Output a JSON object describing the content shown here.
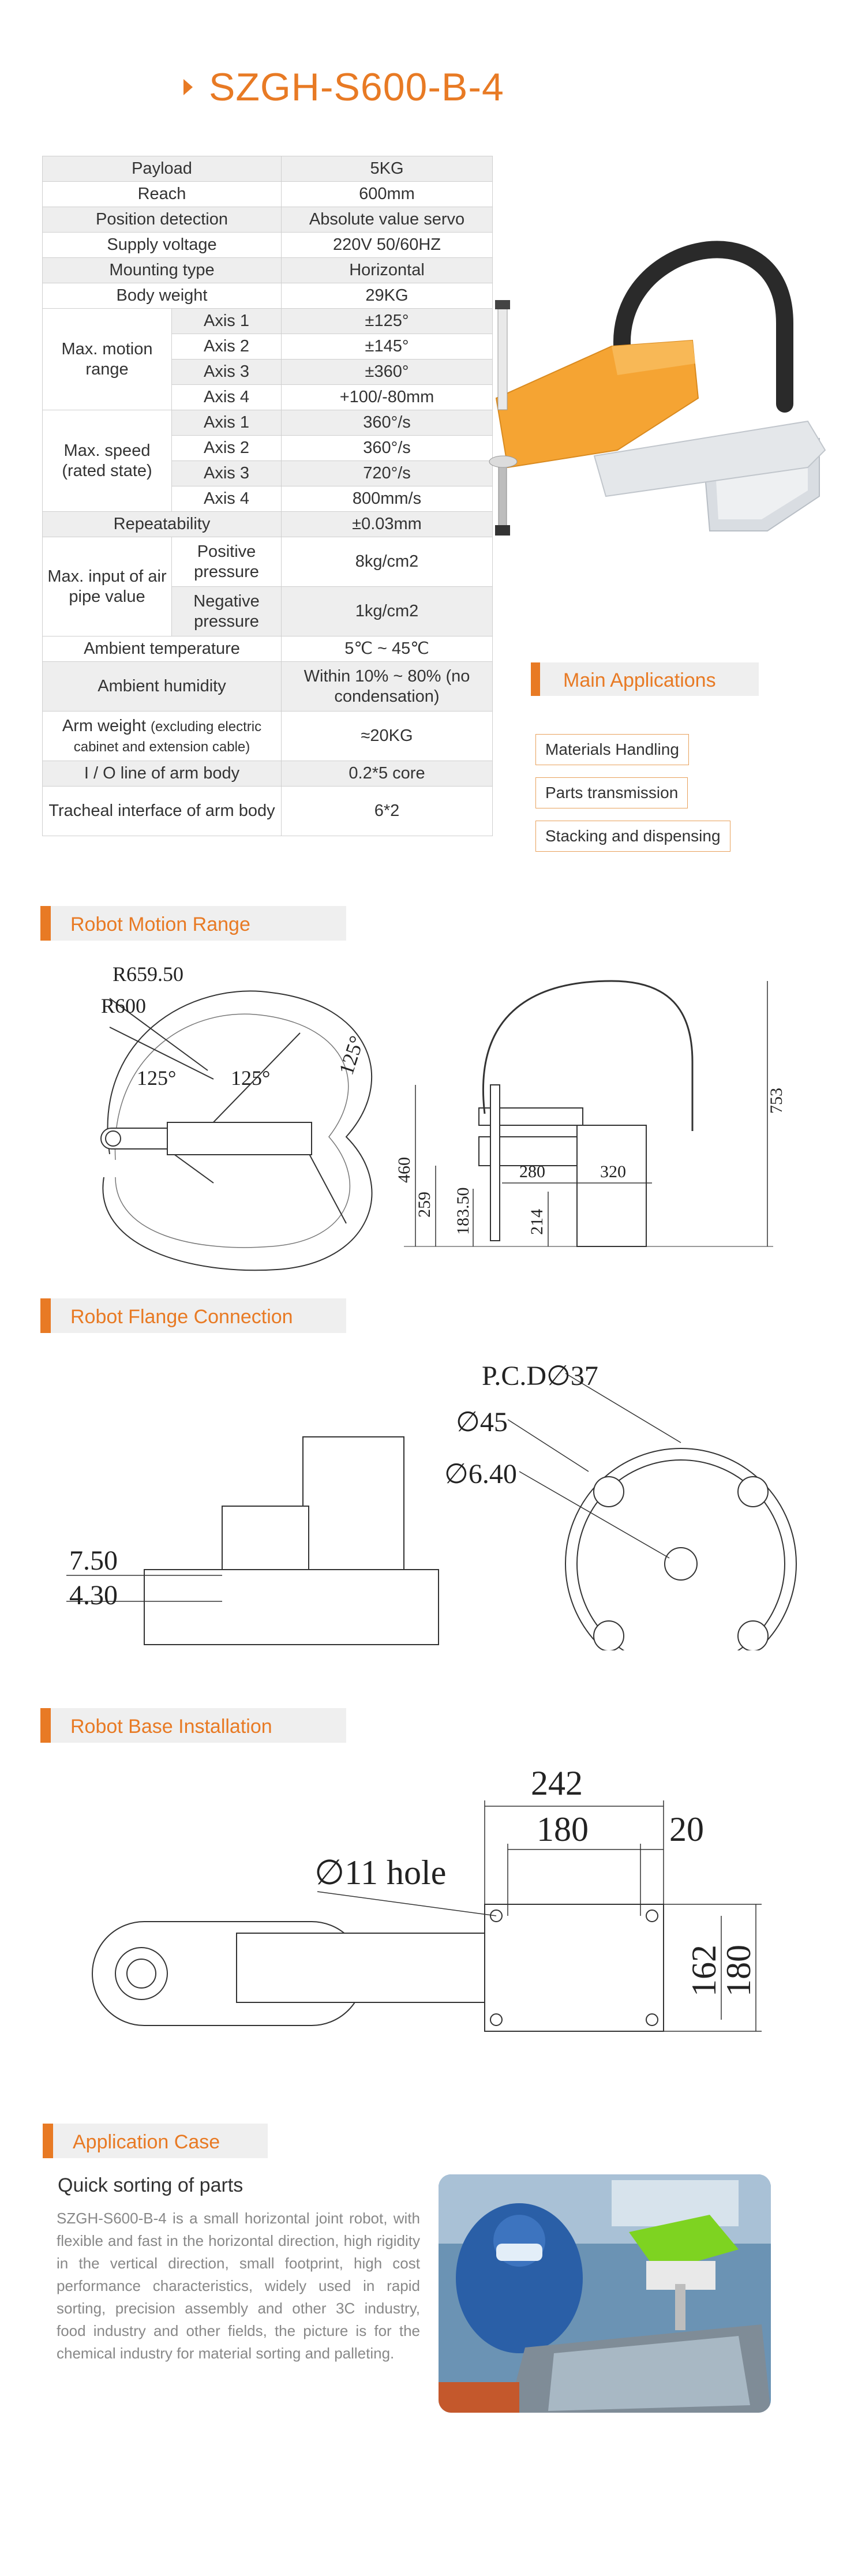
{
  "product": {
    "title": "SZGH-S600-B-4"
  },
  "specs": {
    "payload_label": "Payload",
    "payload": "5KG",
    "reach_label": "Reach",
    "reach": "600mm",
    "position_label": "Position detection",
    "position": "Absolute value servo",
    "voltage_label": "Supply voltage",
    "voltage": "220V 50/60HZ",
    "mounting_label": "Mounting type",
    "mounting": "Horizontal",
    "weight_label": "Body weight",
    "weight": "29KG",
    "motion_label": "Max. motion range",
    "motion": [
      {
        "axis": "Axis 1",
        "value": "±125°"
      },
      {
        "axis": "Axis 2",
        "value": "±145°"
      },
      {
        "axis": "Axis 3",
        "value": "±360°"
      },
      {
        "axis": "Axis 4",
        "value": "+100/-80mm"
      }
    ],
    "speed_label": "Max. speed (rated state)",
    "speed": [
      {
        "axis": "Axis 1",
        "value": "360°/s"
      },
      {
        "axis": "Axis 2",
        "value": "360°/s"
      },
      {
        "axis": "Axis 3",
        "value": "720°/s"
      },
      {
        "axis": "Axis 4",
        "value": "800mm/s"
      }
    ],
    "repeat_label": "Repeatability",
    "repeat": "±0.03mm",
    "air_label": "Max. input of air pipe value",
    "air_pos_label": "Positive pressure",
    "air_pos": "8kg/cm2",
    "air_neg_label": "Negative pressure",
    "air_neg": "1kg/cm2",
    "temp_label": "Ambient temperature",
    "temp": "5℃ ~ 45℃",
    "humid_label": "Ambient humidity",
    "humid": "Within 10% ~ 80% (no condensation)",
    "armw_label_main": "Arm weight",
    "armw_label_note": "(excluding electric cabinet and extension cable)",
    "armw": "≈20KG",
    "io_label": "I / O line of arm body",
    "io": "0.2*5 core",
    "tracheal_label": "Tracheal interface of arm body",
    "tracheal": "6*2"
  },
  "applications": {
    "heading": "Main Applications",
    "items": [
      "Materials Handling",
      "Parts transmission",
      "Stacking and dispensing"
    ]
  },
  "sections": {
    "motion": "Robot Motion Range",
    "flange": "Robot Flange Connection",
    "base": "Robot Base Installation",
    "case": "Application Case"
  },
  "motion_drawing": {
    "r1": "R659.50",
    "r2": "R600",
    "a1": "125°",
    "a2": "125°",
    "a3": "125°",
    "d753": "753",
    "d460": "460",
    "d259": "259",
    "d183": "183.50",
    "d214": "214",
    "d280": "280",
    "d320": "320"
  },
  "flange_drawing": {
    "pcd": "P.C.D∅37",
    "d45": "∅45",
    "d640": "∅6.40",
    "h750": "7.50",
    "h430": "4.30"
  },
  "base_drawing": {
    "d242": "242",
    "d180": "180",
    "d20": "20",
    "hole": "∅11 hole",
    "d162": "162",
    "d180v": "180"
  },
  "case": {
    "subtitle": "Quick sorting of parts",
    "description": "SZGH-S600-B-4 is a small horizontal joint robot, with flexible and fast in the horizontal direction, high rigidity in the vertical direction, small footprint, high cost performance characteristics, widely used in rapid sorting, precision assembly and other 3C industry, food industry and other fields, the picture is for the chemical industry for material sorting and palleting."
  },
  "colors": {
    "accent": "#e87a24",
    "robot_orange": "#f5a433",
    "gray_bg": "#efefef"
  }
}
